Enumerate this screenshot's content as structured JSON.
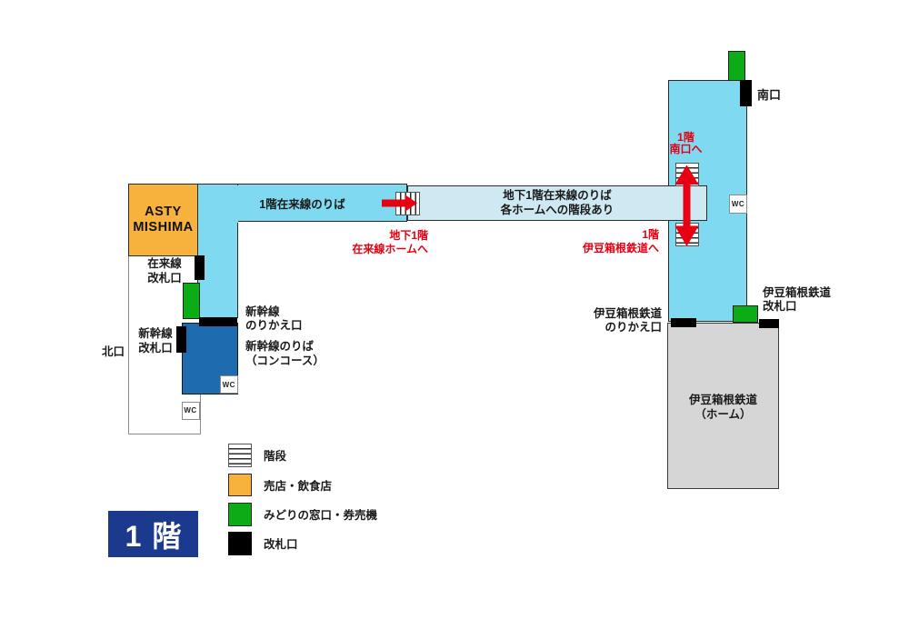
{
  "floor_title": "1階",
  "colors": {
    "concourse_cyan": "#7FD9F0",
    "corridor_blue": "#CFE9F2",
    "shop_orange": "#F6B23C",
    "midori_green": "#0CAC16",
    "shinkansen_blue": "#1E6BB0",
    "title_navy": "#1B3A8E",
    "route_red": "#E60012",
    "platform_gray": "#D6D6D6",
    "gate_black": "#000000"
  },
  "buildings": {
    "asty": {
      "line1": "ASTY",
      "line2": "MISHIMA"
    },
    "local_line_area": "1階在来線のりば",
    "corridor": {
      "line1": "地下1階在来線のりば",
      "line2": "各ホームへの階段あり"
    },
    "shinkansen_area": {
      "line1": "新幹線のりば",
      "line2": "（コンコース）"
    },
    "izuhakone_platform": {
      "line1": "伊豆箱根鉄道",
      "line2": "（ホーム）"
    }
  },
  "exits": {
    "south": "南口",
    "north": "北口"
  },
  "gates": {
    "local": {
      "line1": "在来線",
      "line2": "改札口"
    },
    "shinkansen": {
      "line1": "新幹線",
      "line2": "改札口"
    },
    "shinkansen_transfer": {
      "line1": "新幹線",
      "line2": "のりかえ口"
    },
    "izuhakone": {
      "line1": "伊豆箱根鉄道",
      "line2": "改札口"
    },
    "izuhakone_transfer": {
      "line1": "伊豆箱根鉄道",
      "line2": "のりかえ口"
    }
  },
  "directions": {
    "to_south_exit": {
      "line1": "1階",
      "line2": "南口へ"
    },
    "to_local_home": {
      "line1": "地下1階",
      "line2": "在来線ホームへ"
    },
    "to_izuhakone": {
      "line1": "1階",
      "line2": "伊豆箱根鉄道へ"
    }
  },
  "wc_label": "WC",
  "legend": {
    "stairs": "階段",
    "shop": "売店・飲食店",
    "midori": "みどりの窓口・券売機",
    "gate": "改札口"
  }
}
